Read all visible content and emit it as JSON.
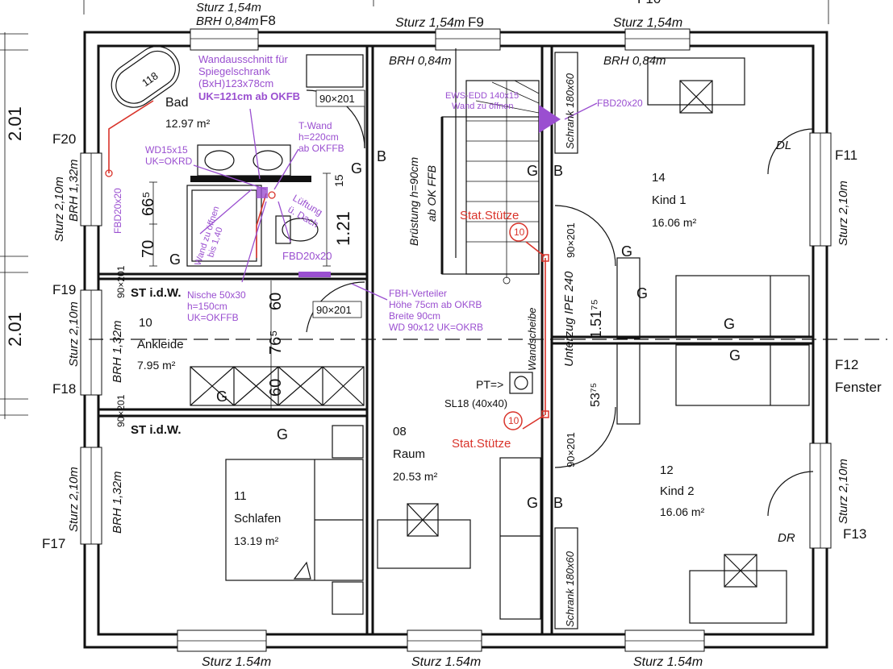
{
  "rooms": {
    "bad": {
      "label": "Bad",
      "area": "12.97 m²"
    },
    "ankleide": {
      "number": "10",
      "name": "Ankleide",
      "area": "7.95 m²"
    },
    "schlafen": {
      "number": "11",
      "name": "Schlafen",
      "area": "13.19 m²"
    },
    "raum": {
      "number": "08",
      "name": "Raum",
      "area": "20.53 m²"
    },
    "kind1": {
      "number": "14",
      "name": "Kind 1",
      "area": "16.06 m²"
    },
    "kind2": {
      "number": "12",
      "name": "Kind 2",
      "area": "16.06 m²"
    }
  },
  "windows": {
    "f8": "F8",
    "f9": "F9",
    "f11": "F11",
    "f12": "F12",
    "f12_sub": "Fenster",
    "f13": "F13",
    "f17": "F17",
    "f18": "F18",
    "f19": "F19",
    "f20": "F20",
    "f10_partial": "F10"
  },
  "lintels": {
    "top_left": "Sturz 1,54m",
    "top_left_brh": "BRH 0,84m",
    "top_mid": "Sturz 1,54m",
    "top_right": "Sturz 1,54m",
    "bottom_left": "Sturz 1.54m",
    "bottom_mid": "Sturz 1.54m",
    "bottom_right": "Sturz 1.54m",
    "left_upper_sturz": "Sturz 2,10m",
    "left_upper_brh": "BRH 1,32m",
    "left_mid_sturz": "Sturz 2,10m",
    "left_mid_brh": "BRH 1,32m",
    "left_low_sturz": "Sturz 2,10m",
    "left_low_brh": "BRH 1,32m",
    "right_upper_sturz": "Sturz 2,10m",
    "right_low_sturz": "Sturz 2,10m",
    "brh_stair": "BRH 0,84m",
    "brh_kind1": "BRH 0,84m"
  },
  "dims": {
    "edge_a": "2.01",
    "edge_b": "2.01",
    "d665": "66⁵",
    "d70": "70",
    "d121": "1.21",
    "d15": "15",
    "d60a": "60",
    "d765": "76⁵",
    "d60b": "60",
    "d1515": "1.51⁷⁵",
    "d5375": "53⁷⁵",
    "curve118": "118"
  },
  "doors": {
    "bad": "90×201",
    "raum_top": "90×201",
    "ankleide_v": "90×201",
    "schlafen_v": "90×201",
    "kind1": "90×201",
    "kind2": "90×201"
  },
  "labels": {
    "st_idw_1": "ST i.d.W.",
    "st_idw_2": "ST i.d.W.",
    "g": "G",
    "b": "B",
    "dl": "DL",
    "dr": "DR",
    "bruestung_1": "Brüstung h=90cm",
    "bruestung_2": "ab OK FFB",
    "wandscheibe": "Wandscheibe",
    "unterzug": "Unterzug IPE 240",
    "pt": "PT=>",
    "sl18": "SL18 (40x40)",
    "schrank_top": "Schrank 180x60",
    "schrank_bottom": "Schrank 180x60",
    "stat_stuetze": "Stat.Stütze",
    "stat_num": "10"
  },
  "purple_notes": {
    "wandausschnitt": [
      "Wandausschnitt für",
      "Spiegelschrank",
      "(BxH)123x78cm",
      "UK=121cm ab OKFB"
    ],
    "t_wand": [
      "T-Wand",
      "h=220cm",
      "ab OKFFB"
    ],
    "wd15": [
      "WD15x15",
      "UK=OKRD"
    ],
    "lueftung": [
      "Lüftung",
      "ü. Dach"
    ],
    "fbd_a": "FBD20x20",
    "fbd_b": "FBD20x20",
    "fbd_c": "FBD20x20",
    "nische": [
      "Nische 50x30",
      "h=150cm",
      "UK=OKFFB"
    ],
    "wand_offnen": [
      "Wand zu öffnen",
      "bis 1,40"
    ],
    "fbh": [
      "FBH-Verteiler",
      "Höhe 75cm ab OKRB",
      "Breite 90cm",
      "WD 90x12 UK=OKRB"
    ],
    "ews": [
      "EWS-EDD 140x15",
      "Wand zu öffnen"
    ]
  },
  "colors": {
    "ink": "#111111",
    "note": "#9a4fd0",
    "structure": "#d9342b"
  }
}
